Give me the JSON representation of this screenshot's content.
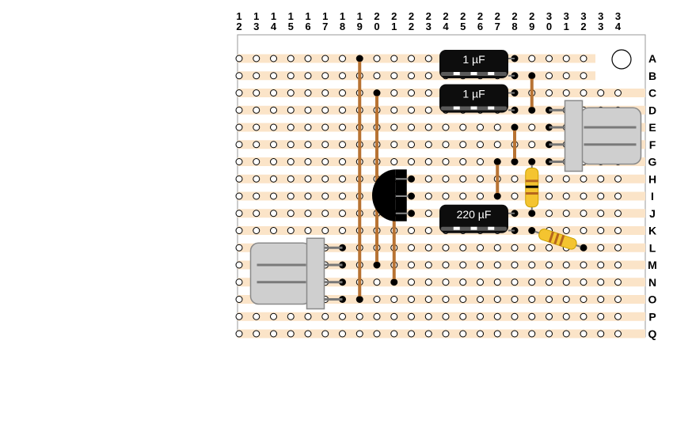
{
  "board": {
    "strip_color": "#fbe4c8",
    "board_color": "#ffffff",
    "copper_track_color": "#b87333",
    "column_labels": [
      [
        "1",
        "2"
      ],
      [
        "1",
        "3"
      ],
      [
        "1",
        "4"
      ],
      [
        "1",
        "5"
      ],
      [
        "1",
        "6"
      ],
      [
        "1",
        "7"
      ],
      [
        "1",
        "8"
      ],
      [
        "1",
        "9"
      ],
      [
        "2",
        "0"
      ],
      [
        "2",
        "1"
      ],
      [
        "2",
        "2"
      ],
      [
        "2",
        "3"
      ],
      [
        "2",
        "4"
      ],
      [
        "2",
        "5"
      ],
      [
        "2",
        "6"
      ],
      [
        "2",
        "7"
      ],
      [
        "2",
        "8"
      ],
      [
        "2",
        "9"
      ],
      [
        "3",
        "0"
      ],
      [
        "3",
        "1"
      ],
      [
        "3",
        "2"
      ],
      [
        "3",
        "3"
      ],
      [
        "3",
        "4"
      ]
    ],
    "row_labels": [
      "A",
      "B",
      "C",
      "D",
      "E",
      "F",
      "G",
      "H",
      "I",
      "J",
      "K",
      "L",
      "M",
      "N",
      "O",
      "P",
      "Q"
    ]
  },
  "capacitors": [
    {
      "name": "capacitor-1uf-top",
      "label": "1 µF",
      "row": "A",
      "col_from": "24",
      "col_to": "28"
    },
    {
      "name": "capacitor-1uf-second",
      "label": "1 µF",
      "row": "C",
      "col_from": "24",
      "col_to": "28"
    },
    {
      "name": "capacitor-220uf",
      "label": "220 µF",
      "row": "J",
      "col_from": "24",
      "col_to": "28"
    }
  ],
  "wire_links": [
    {
      "col": "19",
      "from": "A",
      "to": "O"
    },
    {
      "col": "20",
      "from": "C",
      "to": "M"
    },
    {
      "col": "21",
      "from": "J",
      "to": "N"
    },
    {
      "col": "27",
      "from": "G",
      "to": "I"
    },
    {
      "col": "28",
      "from": "E",
      "to": "G"
    },
    {
      "col": "29",
      "from": "B",
      "to": "D"
    }
  ],
  "connectors": [
    {
      "name": "connector-left",
      "pins": 4
    },
    {
      "name": "connector-right",
      "pins": 4
    }
  ],
  "resistor_color": "#f4c430",
  "transistor_color": "#000000"
}
